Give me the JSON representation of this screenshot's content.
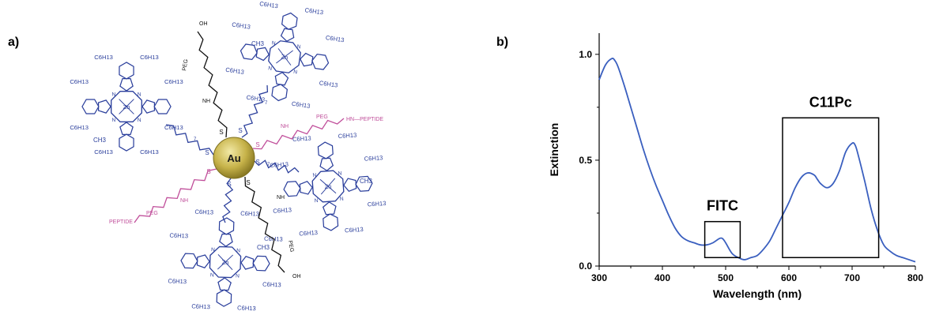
{
  "panels": {
    "a_label": "a)",
    "b_label": "b)"
  },
  "structure": {
    "core_label": "Au",
    "substituent_label": "C6H13",
    "methyl_label": "CH3",
    "metal_label": "Zn",
    "nitrogen_label": "N",
    "sulfur_label": "S",
    "peg_label": "PEG",
    "peptide_label": "PEPTIDE",
    "nh_peptide_label": "HN—PEPTIDE",
    "oh_label": "OH",
    "nh_label": "NH",
    "o_label": "O",
    "subscript_7": "7",
    "colors": {
      "pc": "#2b3f9c",
      "linker": "#c04e9a",
      "gold_core": "#c7b34a",
      "black_chain": "#111111"
    }
  },
  "chart_data": {
    "type": "line",
    "xlabel": "Wavelength (nm)",
    "ylabel": "Extinction",
    "xlim": [
      300,
      800
    ],
    "ylim": [
      0,
      1.1
    ],
    "xticks": [
      300,
      400,
      500,
      600,
      700,
      800
    ],
    "yticks": [
      0.0,
      0.5,
      1.0
    ],
    "ytick_labels": [
      "0.0",
      "0.5",
      "1.0"
    ],
    "line_color": "#3a5fbf",
    "series": [
      {
        "x": [
          300,
          310,
          320,
          325,
          330,
          340,
          350,
          360,
          370,
          380,
          390,
          400,
          410,
          420,
          430,
          440,
          450,
          460,
          470,
          480,
          490,
          495,
          500,
          510,
          520,
          530,
          540,
          550,
          560,
          570,
          580,
          590,
          600,
          610,
          620,
          630,
          640,
          645,
          650,
          660,
          670,
          680,
          690,
          700,
          705,
          710,
          720,
          730,
          740,
          750,
          760,
          770,
          780,
          790,
          800
        ],
        "y": [
          0.88,
          0.95,
          0.98,
          0.97,
          0.94,
          0.85,
          0.75,
          0.65,
          0.55,
          0.46,
          0.38,
          0.31,
          0.24,
          0.18,
          0.14,
          0.12,
          0.11,
          0.1,
          0.1,
          0.11,
          0.13,
          0.13,
          0.11,
          0.06,
          0.04,
          0.03,
          0.04,
          0.05,
          0.08,
          0.12,
          0.18,
          0.24,
          0.3,
          0.37,
          0.42,
          0.44,
          0.43,
          0.41,
          0.39,
          0.37,
          0.39,
          0.45,
          0.54,
          0.58,
          0.57,
          0.52,
          0.4,
          0.27,
          0.17,
          0.1,
          0.07,
          0.05,
          0.04,
          0.03,
          0.02
        ]
      }
    ],
    "annotations": [
      {
        "label": "FITC",
        "box_x": [
          467,
          523
        ],
        "box_y": [
          0.04,
          0.21
        ]
      },
      {
        "label": "C11Pc",
        "box_x": [
          590,
          742
        ],
        "box_y": [
          0.04,
          0.7
        ]
      }
    ],
    "grid": false
  }
}
